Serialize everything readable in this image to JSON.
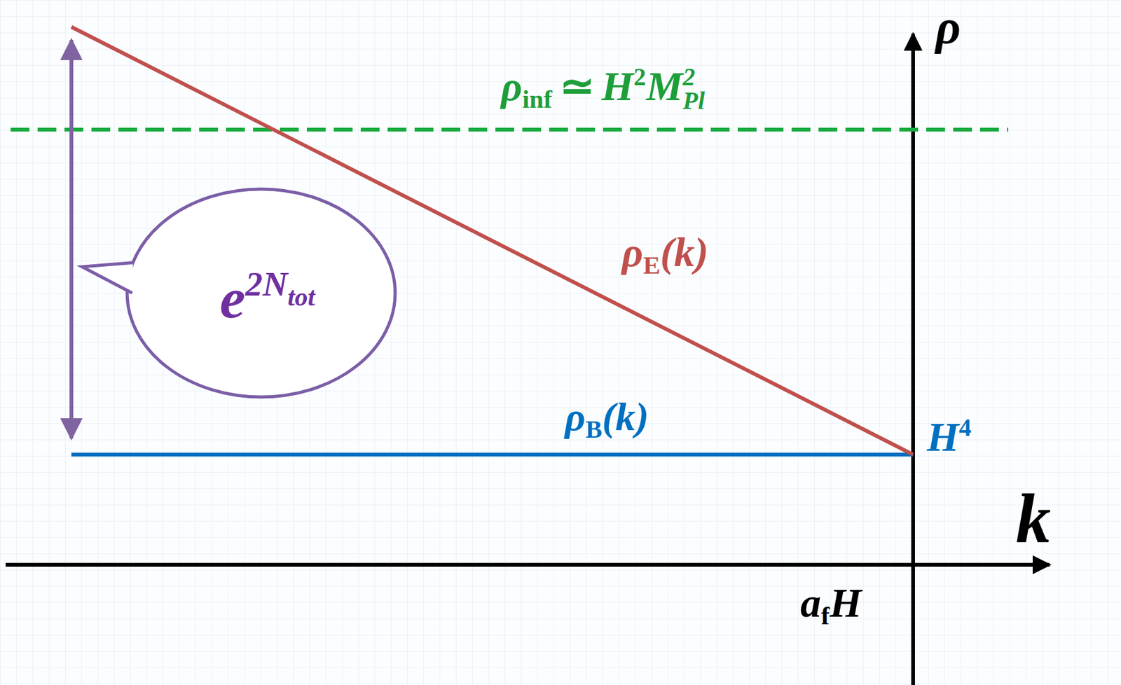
{
  "diagram": {
    "nodes": [
      {
        "text": [
          "e",
          "2N",
          "tot"
        ]
      }
    ],
    "labels": [
      "ρ",
      "k",
      "ρ",
      "inf",
      "≃",
      "H",
      "2",
      "M",
      "2",
      "Pl",
      "ρ",
      "E",
      "(k)",
      "ρ",
      "B",
      "(k)",
      "H",
      "4",
      "a",
      "f",
      "H"
    ]
  }
}
